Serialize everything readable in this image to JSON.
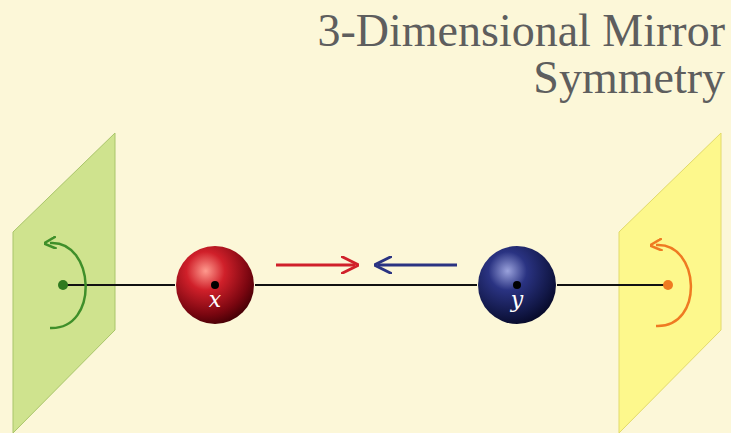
{
  "diagram": {
    "title": "3-Dimensional Mirror Symmetry",
    "nodes": [
      {
        "text": [
          "x"
        ]
      },
      {
        "text": [
          "y"
        ]
      }
    ],
    "edges": [
      {
        "from": 0,
        "to": 1,
        "arrow": "none"
      }
    ]
  }
}
